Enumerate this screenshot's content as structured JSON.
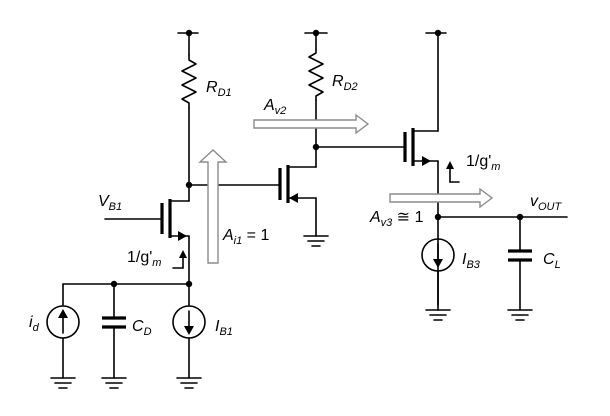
{
  "labels": {
    "rd1_main": "R",
    "rd1_sub": "D1",
    "rd2_main": "R",
    "rd2_sub": "D2",
    "av2_main": "A",
    "av2_sub": "v2",
    "vb1_main": "V",
    "vb1_sub": "B1",
    "gm_left_main": "1/g'",
    "gm_left_sub": "m",
    "gm_right_main": "1/g'",
    "gm_right_sub": "m",
    "ai1_main": "A",
    "ai1_sub": "i1",
    "ai1_tail": " = 1",
    "av3_main": "A",
    "av3_sub": "v3",
    "av3_tail": " ≅ 1",
    "vout_main": "v",
    "vout_sub": "OUT",
    "id_main": "i",
    "id_sub": "d",
    "cd_main": "C",
    "cd_sub": "D",
    "ib1_main": "I",
    "ib1_sub": "B1",
    "ib3_main": "I",
    "ib3_sub": "B3",
    "cl_main": "C",
    "cl_sub": "L"
  }
}
